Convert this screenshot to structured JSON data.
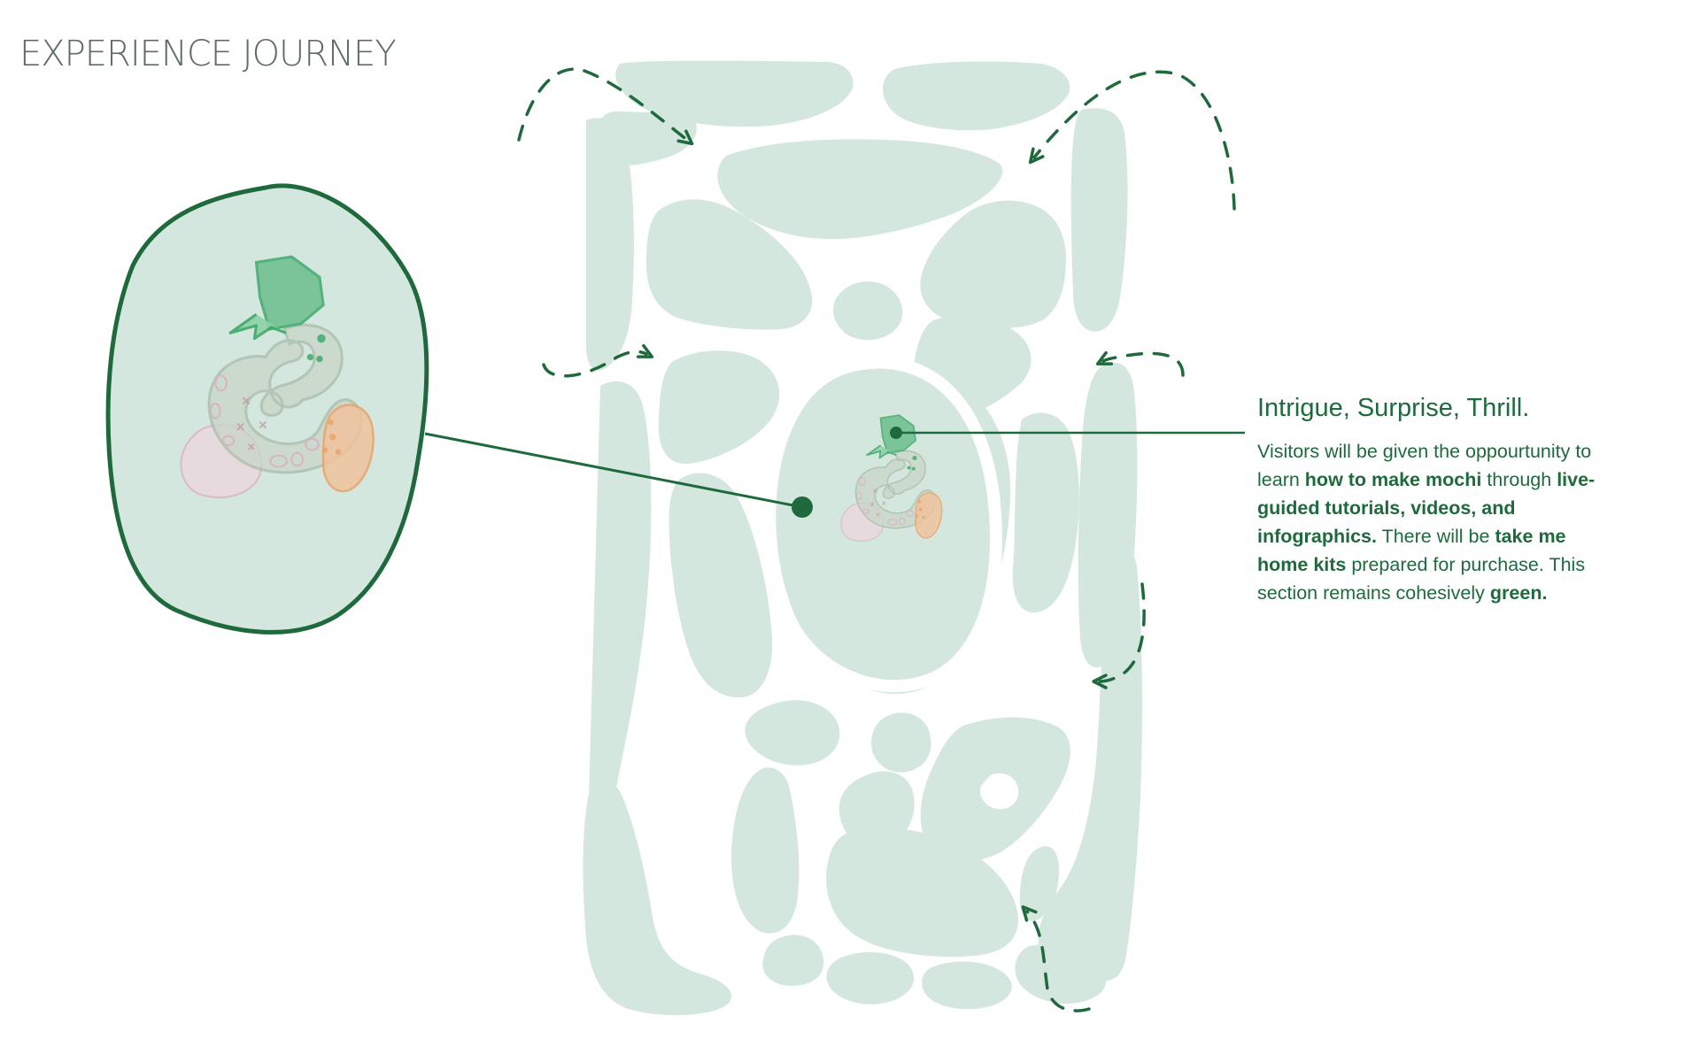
{
  "title": "EXPERIENCE JOURNEY",
  "callout": {
    "heading": "Intrigue, Surprise, Thrill.",
    "body": [
      {
        "text": "Visitors will be given the oppourtunity to learn ",
        "bold": false
      },
      {
        "text": "how to make mochi",
        "bold": true
      },
      {
        "text": " through ",
        "bold": false
      },
      {
        "text": "live-guided tutorials, videos, and infographics.",
        "bold": true
      },
      {
        "text": " There will be ",
        "bold": false
      },
      {
        "text": "take me home kits",
        "bold": true
      },
      {
        "text": " prepared for purchase. This section remains cohesively ",
        "bold": false
      },
      {
        "text": "green.",
        "bold": true
      }
    ]
  },
  "colors": {
    "title": "#5f6b66",
    "plan_fill": "#d4e7de",
    "plan_gaps": "#ffffff",
    "accent_dark": "#1e6a3c",
    "highlight_green": "#3fa96b",
    "mochi_orange": "#e8a46b",
    "mochi_pink": "#d9b3c0",
    "mochi_body": "#c8d6c8"
  },
  "icons": {
    "journey_arrow": "dashed-curved-arrow-icon",
    "mochi_station": "mochi-station-icon",
    "location_marker": "dot-marker-icon"
  }
}
